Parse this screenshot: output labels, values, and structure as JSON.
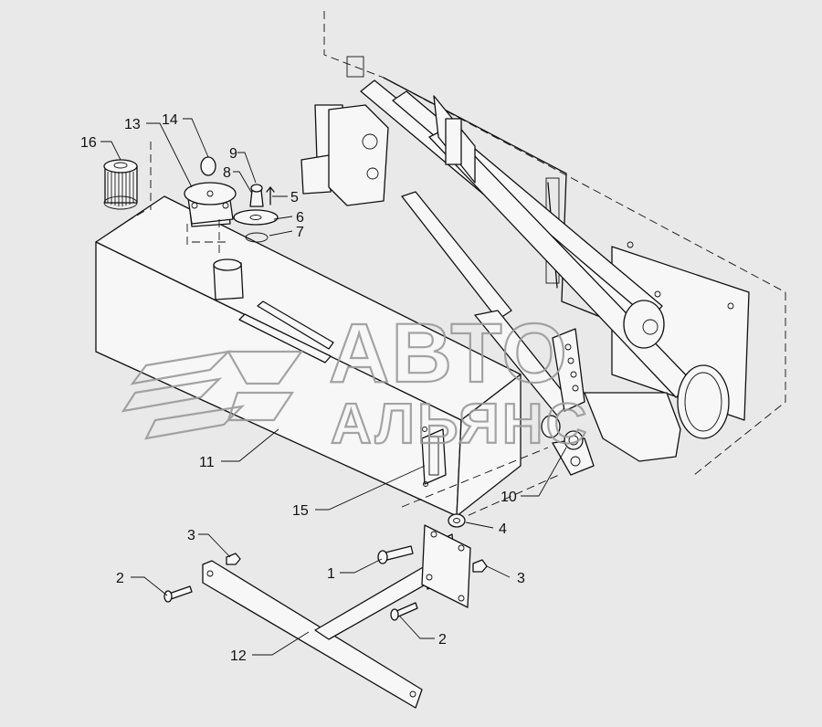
{
  "callouts": {
    "c1": "1",
    "c2a": "2",
    "c2b": "2",
    "c3a": "3",
    "c3b": "3",
    "c4": "4",
    "c5": "5",
    "c6": "6",
    "c7": "7",
    "c8": "8",
    "c9": "9",
    "c10": "10",
    "c11": "11",
    "c12": "12",
    "c13": "13",
    "c14": "14",
    "c15": "15",
    "c16": "16"
  },
  "watermark": {
    "line1": "АВТО",
    "line2": "АЛЬЯНС"
  },
  "colors": {
    "background": "#e9e9e9",
    "line": "#111111",
    "watermark": "#9a9a9a"
  }
}
